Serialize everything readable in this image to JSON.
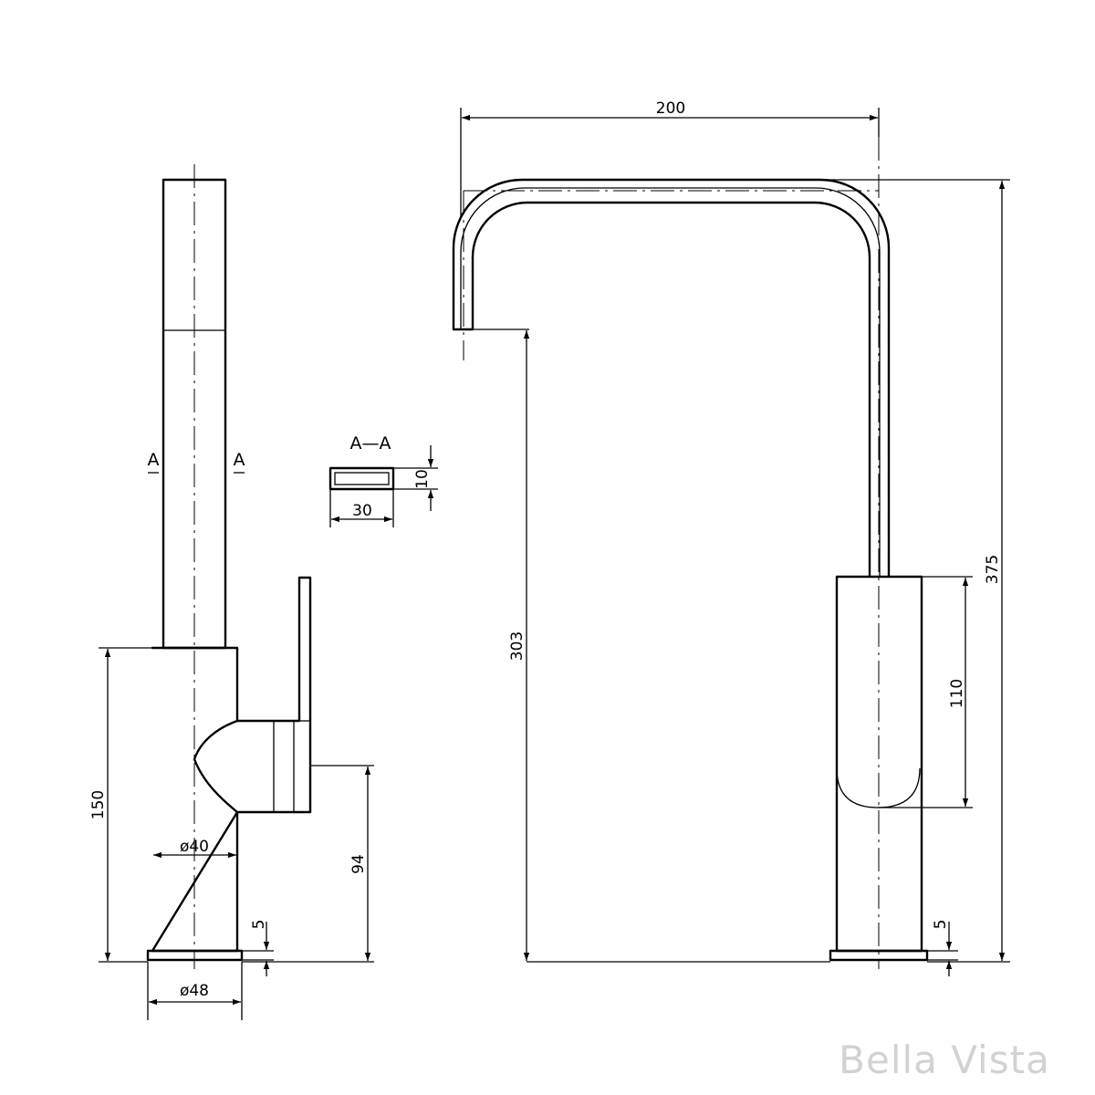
{
  "section": {
    "label": "A—A",
    "marker_left": "A",
    "marker_right": "A"
  },
  "dimensions": {
    "side_body_height": "150",
    "side_body_diameter": "ø40",
    "side_base_diameter": "ø48",
    "side_base_thickness": "5",
    "side_lever_height": "94",
    "section_width": "30",
    "section_height": "10",
    "front_spout_reach": "200",
    "front_spout_clearance": "303",
    "front_overall_height": "375",
    "front_handle_height": "110",
    "front_base_thickness": "5"
  },
  "watermark": {
    "brand": "Bella Vista"
  }
}
